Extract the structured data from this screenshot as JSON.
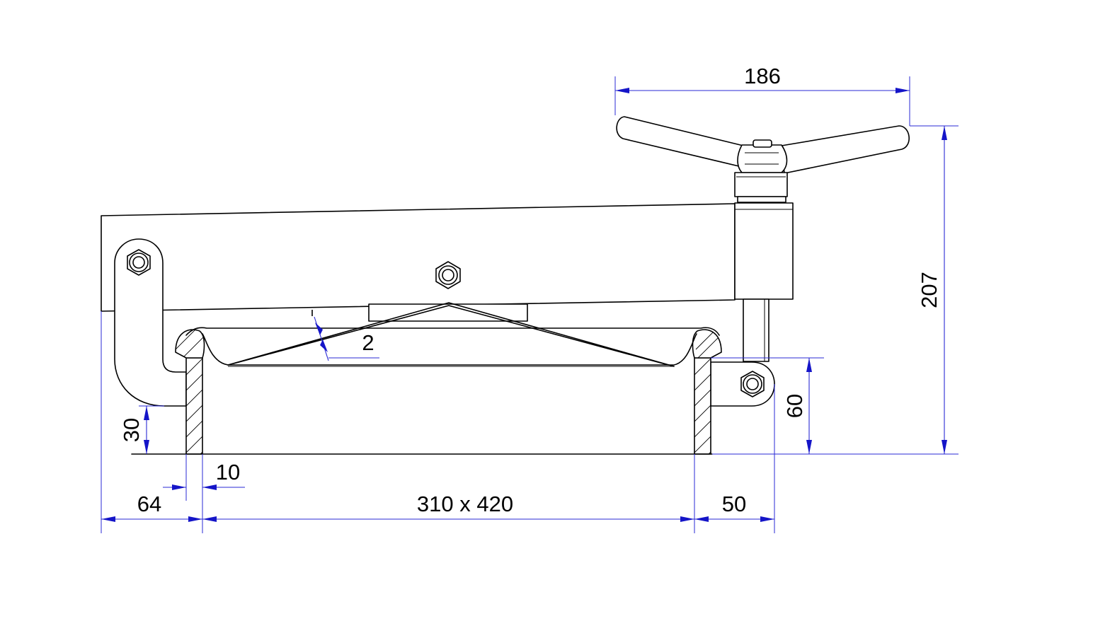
{
  "dimensions": {
    "handle_span": "186",
    "total_height": "207",
    "frame_height": "60",
    "hinge_height": "30",
    "wall_thickness": "10",
    "seal_thickness": "2",
    "left_offset": "64",
    "opening_size": "310 x 420",
    "right_offset": "50"
  },
  "colors": {
    "outline": "#000000",
    "dimension": "#2a2ad6",
    "arrow": "#1515c8",
    "background": "#ffffff"
  }
}
